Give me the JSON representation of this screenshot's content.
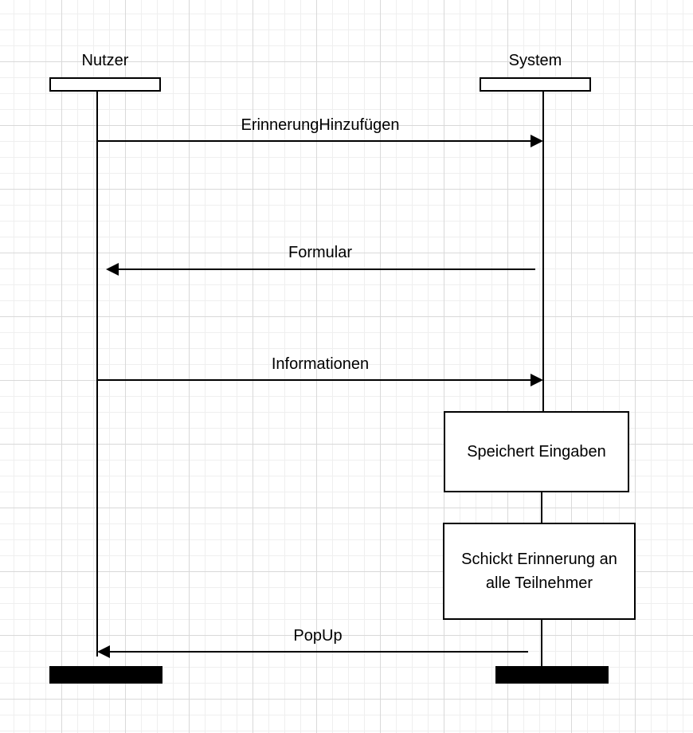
{
  "participants": {
    "user": {
      "name": "Nutzer"
    },
    "system": {
      "name": "System"
    }
  },
  "messages": [
    {
      "label": "ErinnerungHinzufügen",
      "from": "Nutzer",
      "to": "System"
    },
    {
      "label": "Formular",
      "from": "System",
      "to": "Nutzer"
    },
    {
      "label": "Informationen",
      "from": "Nutzer",
      "to": "System"
    },
    {
      "label": "PopUp",
      "from": "System",
      "to": "Nutzer"
    }
  ],
  "activities": [
    {
      "label": "Speichert Eingaben"
    },
    {
      "label": "Schickt Erinnerung an\nalle Teilnehmer"
    }
  ]
}
